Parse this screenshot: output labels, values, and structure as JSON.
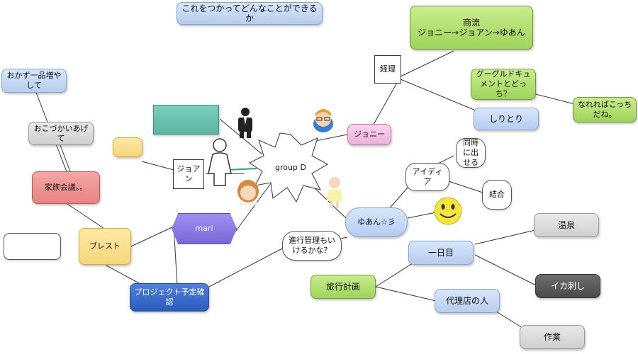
{
  "diagram": {
    "title": "これをつかってどんなことができるか",
    "center": "group D",
    "nodes": {
      "shoryu": "商流\nジョニー→ジョアン→ゆあん",
      "keiri": "経理",
      "google_doc": "グーグルドキュメントとどっち？",
      "nareba": "なれればこっちだね。",
      "shiritori": "しりとり",
      "johnny": "ジョニー",
      "okazu": "おかず一品増やして",
      "okozukai": "おこづかいあげて",
      "kazoku": "家族会議。。",
      "joan": "ジョアン",
      "mari": "mari",
      "brest": "ブレスト",
      "project": "プロジェクト予定確認",
      "shinko": "進行管理もいけるかな？",
      "yuan": "ゆあん☆彡",
      "idea": "アイディア",
      "doji": "同時に出せる",
      "ketsugo": "結合",
      "ichinichime": "一日目",
      "onsen": "温泉",
      "ryoko": "旅行計画",
      "ikasashi": "イカ刺し",
      "dairiten": "代理店の人",
      "sagyo": "作業"
    }
  }
}
